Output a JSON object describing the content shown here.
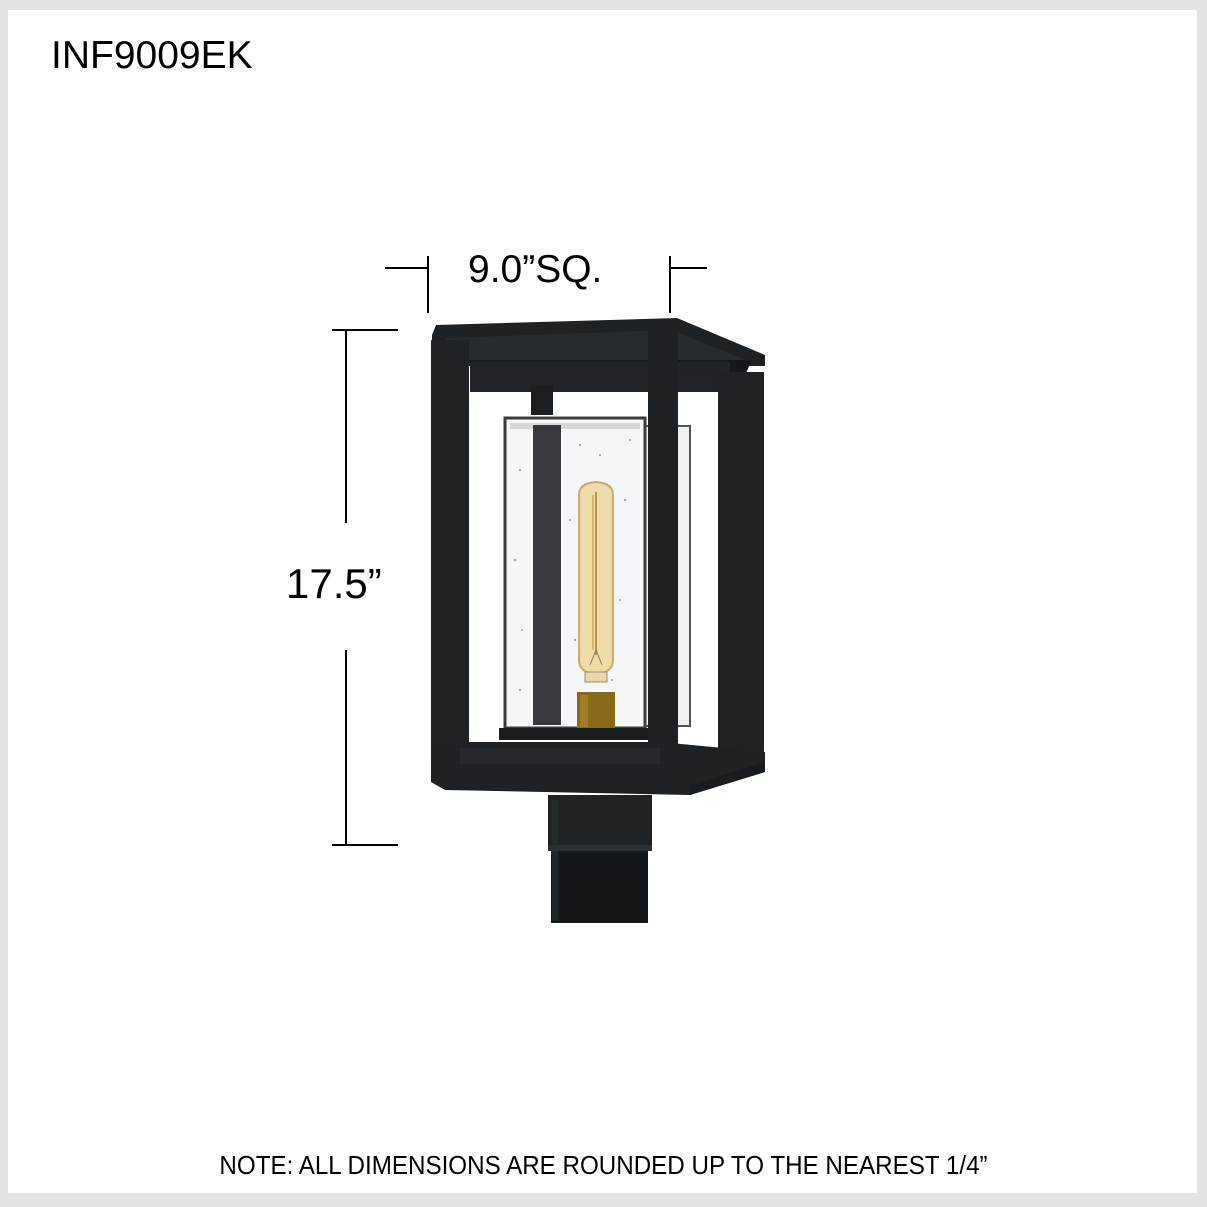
{
  "model_number": "INF9009EK",
  "dimensions": {
    "width_label": "9.0”SQ.",
    "height_label": "17.5”"
  },
  "note": "NOTE: ALL DIMENSIONS ARE ROUNDED UP TO THE NEAREST 1/4”",
  "product_image": {
    "subject": "outdoor post lantern",
    "frame_color": "#1c1f22",
    "glass": "clear seeded",
    "bulb": "vintage tubular filament bulb",
    "socket_color": "#8a6a18"
  },
  "colors": {
    "border": "#e4e4e4",
    "background": "#ffffff",
    "text": "#000000"
  }
}
